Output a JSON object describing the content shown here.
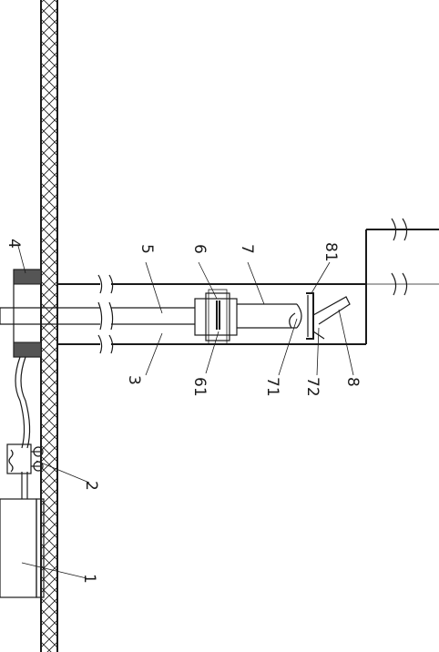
{
  "labels": {
    "l1": "1",
    "l2": "2",
    "l3": "3",
    "l4": "4",
    "l5": "5",
    "l6": "6",
    "l7": "7",
    "l8": "8",
    "l61": "61",
    "l71": "71",
    "l72": "72",
    "l81": "81"
  },
  "colors": {
    "line": "#1a1a1a",
    "seal_fill": "#555555",
    "background": "#ffffff"
  }
}
